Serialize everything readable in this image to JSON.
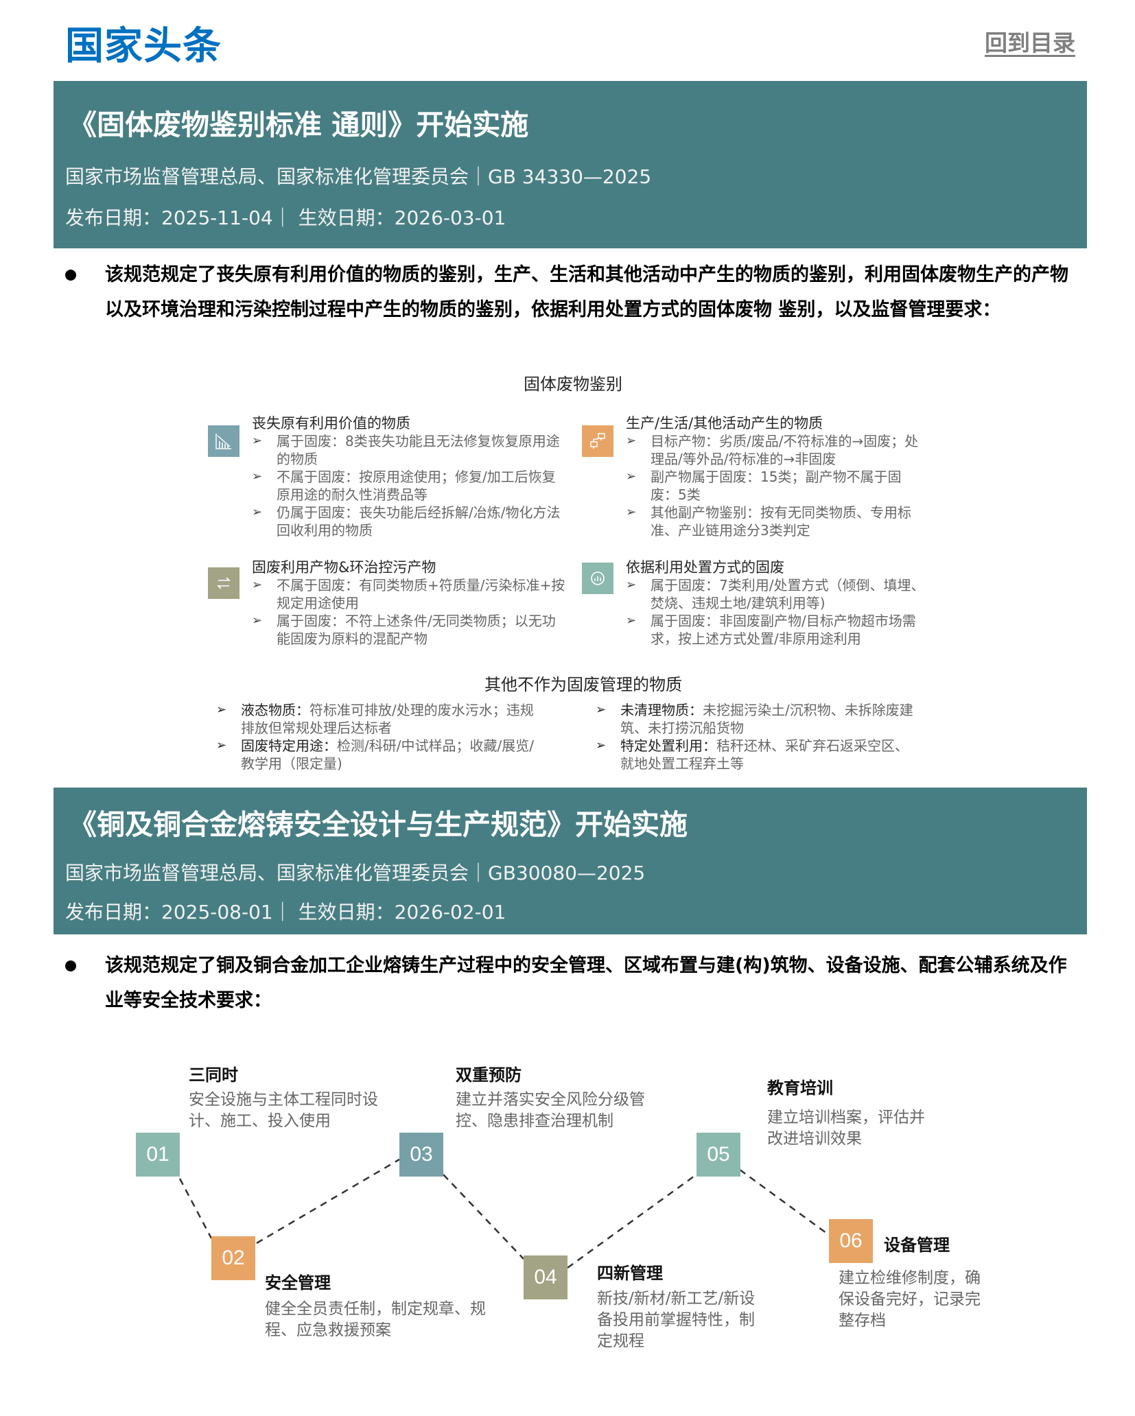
{
  "header": {
    "title": "国家头条",
    "back_link": "回到目录"
  },
  "colors": {
    "brand_blue": "#0070c0",
    "banner_teal": "#477e83",
    "step_green": "#8cb9ae",
    "step_orange": "#e8a465",
    "step_slate": "#77a0a9",
    "step_olive": "#a3a385"
  },
  "sections": [
    {
      "title": "《固体废物鉴别标准 通则》开始实施",
      "issuer": "国家市场监督管理总局、国家标准化管理委员会｜GB 34330—2025",
      "dates": "发布日期：2025-11-04｜ 生效日期：2026-03-01",
      "summary": "该规范规定了丧失原有利用价值的物质的鉴别，生产、生活和其他活动中产生的物质的鉴别，利用固体废物生产的产物以及环境治理和污染控制过程中产生的物质的鉴别，依据利用处置方式的固体废物 鉴别，以及监督管理要求：",
      "diagram": {
        "title": "固体废物鉴别",
        "categories": [
          {
            "icon": "declining-chart-icon",
            "heading": "丧失原有利用价值的物质",
            "items": [
              "属于固废：8类丧失功能且无法修复恢复原用途的物质",
              "不属于固废：按原用途使用；修复/加工后恢复原用途的耐久性消费品等",
              "仍属于固废：丧失功能后经拆解/冶炼/物化方法回收利用的物质"
            ]
          },
          {
            "icon": "network-computers-icon",
            "heading": "生产/生活/其他活动产生的物质",
            "items": [
              "目标产物：劣质/废品/不符标准的→固废；处理品/等外品/符标准的→非固废",
              "副产物属于固废：15类；副产物不属于固废：5类",
              "其他副产物鉴别：按有无同类物质、专用标准、产业链用途分3类判定"
            ]
          },
          {
            "icon": "exchange-arrows-icon",
            "heading": "固废利用产物&环治控污产物",
            "items": [
              "不属于固废：有同类物质+符质量/污染标准+按规定用途使用",
              "属于固废：不符上述条件/无同类物质；以无功能固废为原料的混配产物"
            ]
          },
          {
            "icon": "cycle-chart-icon",
            "heading": "依据利用处置方式的固废",
            "items": [
              "属于固废：7类利用/处置方式（倾倒、填埋、焚烧、违规土地/建筑利用等)",
              "属于固废：非固废副产物/目标产物超市场需求，按上述方式处置/非原用途利用"
            ]
          }
        ],
        "other_title": "其他不作为固废管理的物质",
        "other_items": [
          {
            "label": "液态物质：",
            "text": "符标准可排放/处理的废水污水；违规排放但常规处理后达标者"
          },
          {
            "label": "固废特定用途：",
            "text": "检测/科研/中试样品；收藏/展览/教学用（限定量)"
          },
          {
            "label": "未清理物质：",
            "text": "未挖掘污染土/沉积物、未拆除废建筑、未打捞沉船货物"
          },
          {
            "label": "特定处置利用：",
            "text": "秸秆还林、采矿弃石返采空区、就地处置工程弃土等"
          }
        ]
      }
    },
    {
      "title": "《铜及铜合金熔铸安全设计与生产规范》开始实施",
      "issuer": "国家市场监督管理总局、国家标准化管理委员会｜GB30080—2025",
      "dates": "发布日期：2025-08-01｜ 生效日期：2026-02-01",
      "summary": "该规范规定了铜及铜合金加工企业熔铸生产过程中的安全管理、区域布置与建(构)筑物、设备设施、配套公辅系统及作业等安全技术要求：",
      "steps": [
        {
          "num": "01",
          "heading": "三同时",
          "desc": "安全设施与主体工程同时设计、施工、投入使用"
        },
        {
          "num": "02",
          "heading": "安全管理",
          "desc": "健全全员责任制，制定规章、规程、应急救援预案"
        },
        {
          "num": "03",
          "heading": "双重预防",
          "desc": "建立并落实安全风险分级管控、隐患排查治理机制"
        },
        {
          "num": "04",
          "heading": "四新管理",
          "desc": "新技/新材/新工艺/新设备投用前掌握特性，制定规程"
        },
        {
          "num": "05",
          "heading": "教育培训",
          "desc": "建立培训档案，评估并改进培训效果"
        },
        {
          "num": "06",
          "heading": "设备管理",
          "desc": "建立检维修制度，确保设备完好，记录完整存档"
        }
      ]
    }
  ]
}
